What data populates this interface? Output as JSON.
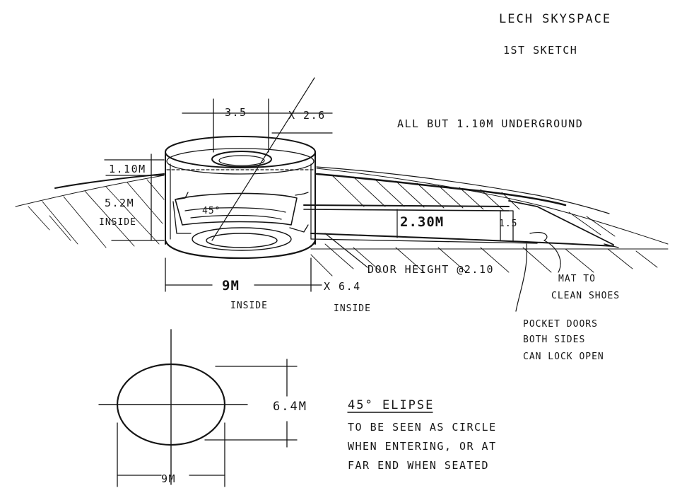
{
  "title": {
    "line1": "Lech Skyspace",
    "line2": "1st Sketch"
  },
  "notes": {
    "underground": "All but 1.10m underground",
    "door_height": "Door height @2.10",
    "mat": [
      "Mat to",
      "clean shoes"
    ],
    "pocket_doors": [
      "Pocket doors",
      "both sides",
      "can lock open"
    ],
    "ellipse_title": "45° Elipse",
    "ellipse_desc": [
      "To be seen as circle",
      "when entering, or at",
      "far end when seated"
    ]
  },
  "dimensions": {
    "opening_width": "3.5",
    "opening_depth": "x 2.6",
    "above_ground": "1.10m",
    "inside_height": "5.2m",
    "inside_height_note": "inside",
    "angle": "45°",
    "corridor_height": "2.30m",
    "pocket_height": "1.5",
    "width": "9m",
    "width_note": "inside",
    "depth": "x 6.4",
    "depth_note": "inside",
    "ellipse_height": "6.4m",
    "ellipse_width": "9m"
  },
  "colors": {
    "ink": "#151515",
    "paper": "#ffffff"
  }
}
